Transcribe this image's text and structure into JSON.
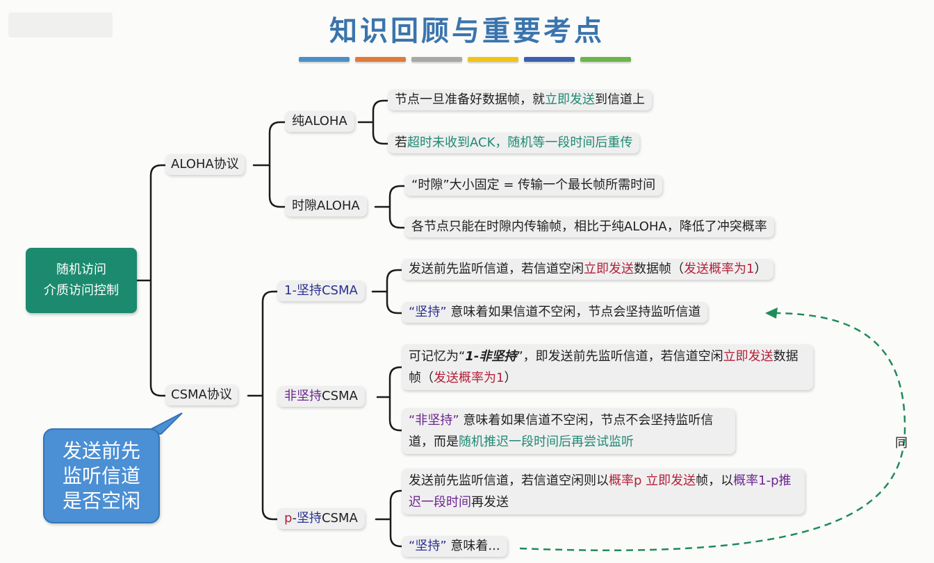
{
  "title": "知识回顾与重要考点",
  "bar_colors": [
    "#4a90c8",
    "#e07b3a",
    "#a8a8a8",
    "#f0c419",
    "#3b5fb0",
    "#6bb54a"
  ],
  "root": {
    "line1": "随机访问",
    "line2": "介质访问控制"
  },
  "aloha": {
    "label": "ALOHA协议",
    "pure": {
      "label": "纯ALOHA",
      "leaf1": {
        "a": "节点一旦准备好数据帧，就",
        "b": "立即发送",
        "c": "到信道上"
      },
      "leaf2": {
        "a": "若",
        "b": "超时未收到ACK，随机等一段时间后重传"
      }
    },
    "slotted": {
      "label": "时隙ALOHA",
      "leaf1": "“时隙”大小固定 = 传输一个最长帧所需时间",
      "leaf2": "各节点只能在时隙内传输帧，相比于纯ALOHA，降低了冲突概率"
    }
  },
  "csma": {
    "label": "CSMA协议",
    "p1": {
      "label": "1-坚持CSMA",
      "leaf1": {
        "a": "发送前先监听信道，若信道空闲",
        "b": "立即发送",
        "c": "数据帧（",
        "d": "发送概率为1",
        "e": "）"
      },
      "leaf2": {
        "a": "“坚持”",
        "b": " 意味着如果信道不空闲，节点会坚持监听信道"
      }
    },
    "np": {
      "label": "非坚持CSMA",
      "leaf1": {
        "a": "可记忆为“",
        "b": "1-非坚持",
        "c": "”，即发送前先监听信道，若信道空闲",
        "d": "立即发送",
        "e": "数据帧（",
        "f": "发送概率为1",
        "g": "）"
      },
      "leaf2": {
        "a": "“非坚持”",
        "b": " 意味着如果信道不空闲，节点不会坚持监听信道，而是",
        "c": "随机推迟一段时间后再尝试监听"
      }
    },
    "pp": {
      "label": "p-坚持CSMA",
      "leaf1": {
        "a": "发送前先监听信道，若信道空闲则以",
        "b": "概率p 立即发送",
        "c": "帧，以",
        "d": "概率1-p推迟一段时间",
        "e": "再发送"
      },
      "leaf2": {
        "a": "“坚持”",
        "b": " 意味着..."
      }
    }
  },
  "callout": {
    "line1": "发送前先",
    "line2": "监听信道",
    "line3": "是否空闲"
  },
  "same_label": "同",
  "colors": {
    "root": "#1c8a6f",
    "link": "#1a1a1a",
    "dashed": "#1f8a5a",
    "callout": "#4b8fd4"
  }
}
